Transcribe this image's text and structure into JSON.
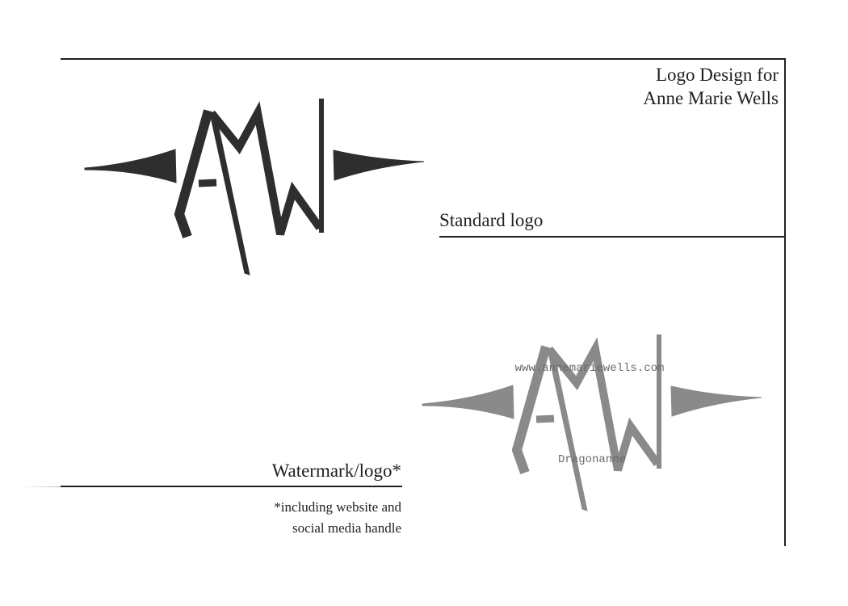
{
  "title": {
    "line1": "Logo Design for",
    "line2": "Anne Marie Wells"
  },
  "standard": {
    "label": "Standard logo",
    "logo_text": "AMW"
  },
  "watermark": {
    "label": "Watermark/logo*",
    "footnote_line1": "*including website and",
    "footnote_line2": "social media handle",
    "website": "www.annemariewells.com",
    "handle": "Dragonanne",
    "logo_text": "AMW"
  },
  "colors": {
    "standard_logo": "#2e2e2e",
    "watermark_logo": "#8a8a8a",
    "rule": "#231f20"
  }
}
